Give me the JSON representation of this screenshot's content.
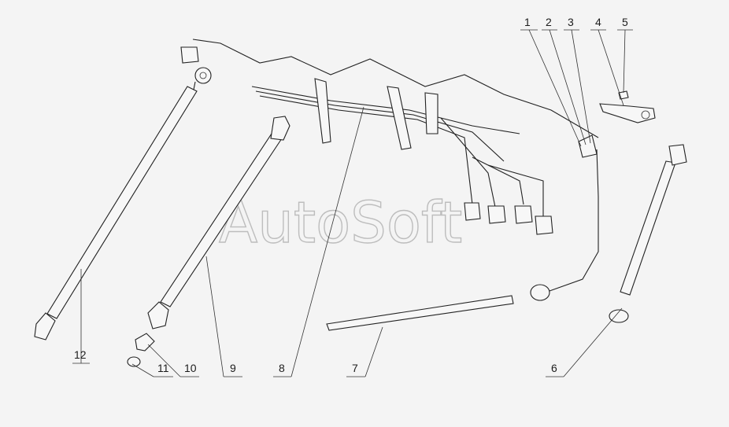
{
  "watermark": "AutoSoft",
  "callouts": [
    "1",
    "2",
    "3",
    "4",
    "5",
    "6",
    "7",
    "8",
    "9",
    "10",
    "11",
    "12"
  ]
}
